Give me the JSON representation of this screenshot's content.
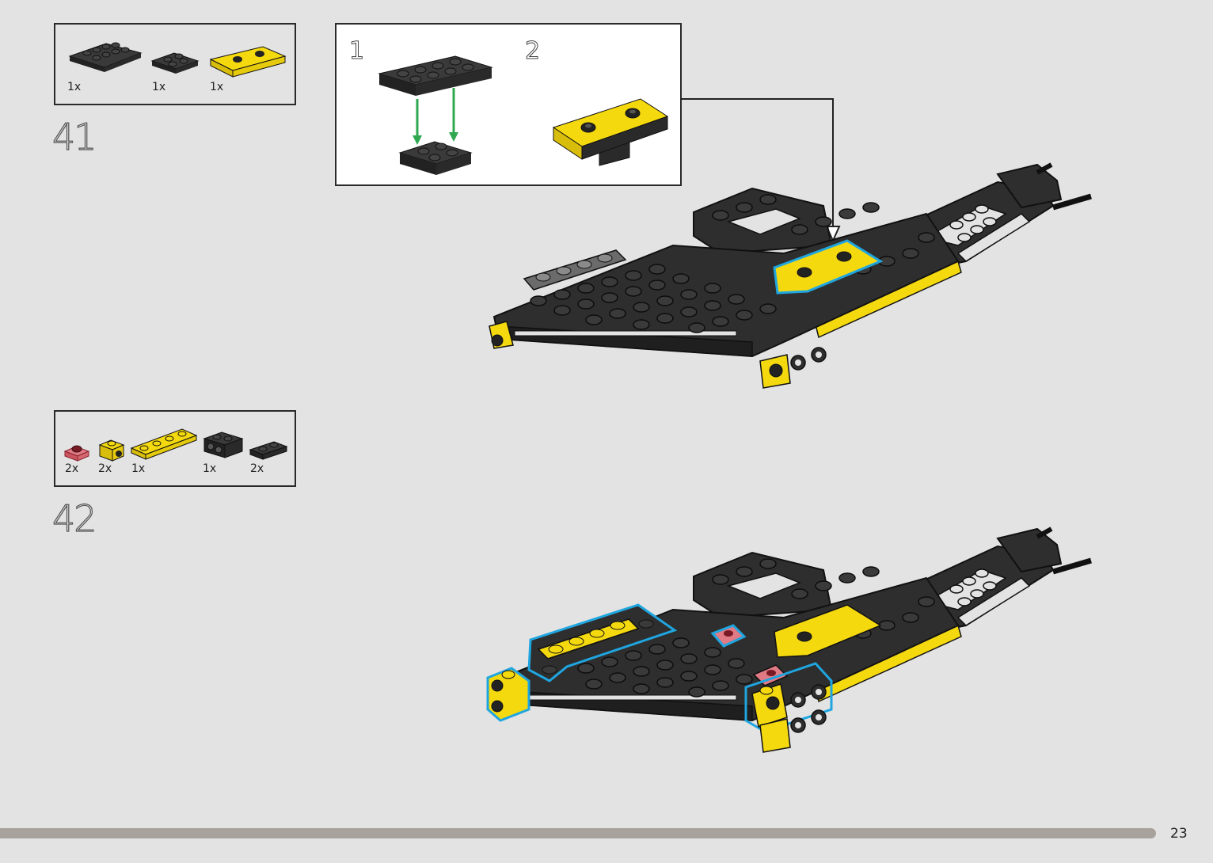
{
  "step41": {
    "number": "41",
    "parts": [
      {
        "name": "black-plate-2x4",
        "qty": "1x"
      },
      {
        "name": "black-plate-2x2",
        "qty": "1x"
      },
      {
        "name": "yellow-jumper-plate-2x4",
        "qty": "1x"
      }
    ],
    "subassembly": {
      "step1": "1",
      "step2": "2"
    }
  },
  "step42": {
    "number": "42",
    "parts": [
      {
        "name": "trans-red-round-plate",
        "qty": "2x"
      },
      {
        "name": "yellow-bracket-1x1",
        "qty": "2x"
      },
      {
        "name": "yellow-plate-1x4",
        "qty": "1x"
      },
      {
        "name": "black-brick-2x2-side-studs",
        "qty": "1x"
      },
      {
        "name": "black-plate-1x2",
        "qty": "2x"
      }
    ]
  },
  "footer": {
    "page_number": "23"
  },
  "colors": {
    "black_brick": "#2e2e2e",
    "yellow_brick": "#f5d90f",
    "highlight": "#1fa6e0",
    "arrow_green": "#2fa84f",
    "trans_red": "#e07a84",
    "background": "#e3e3e3"
  }
}
